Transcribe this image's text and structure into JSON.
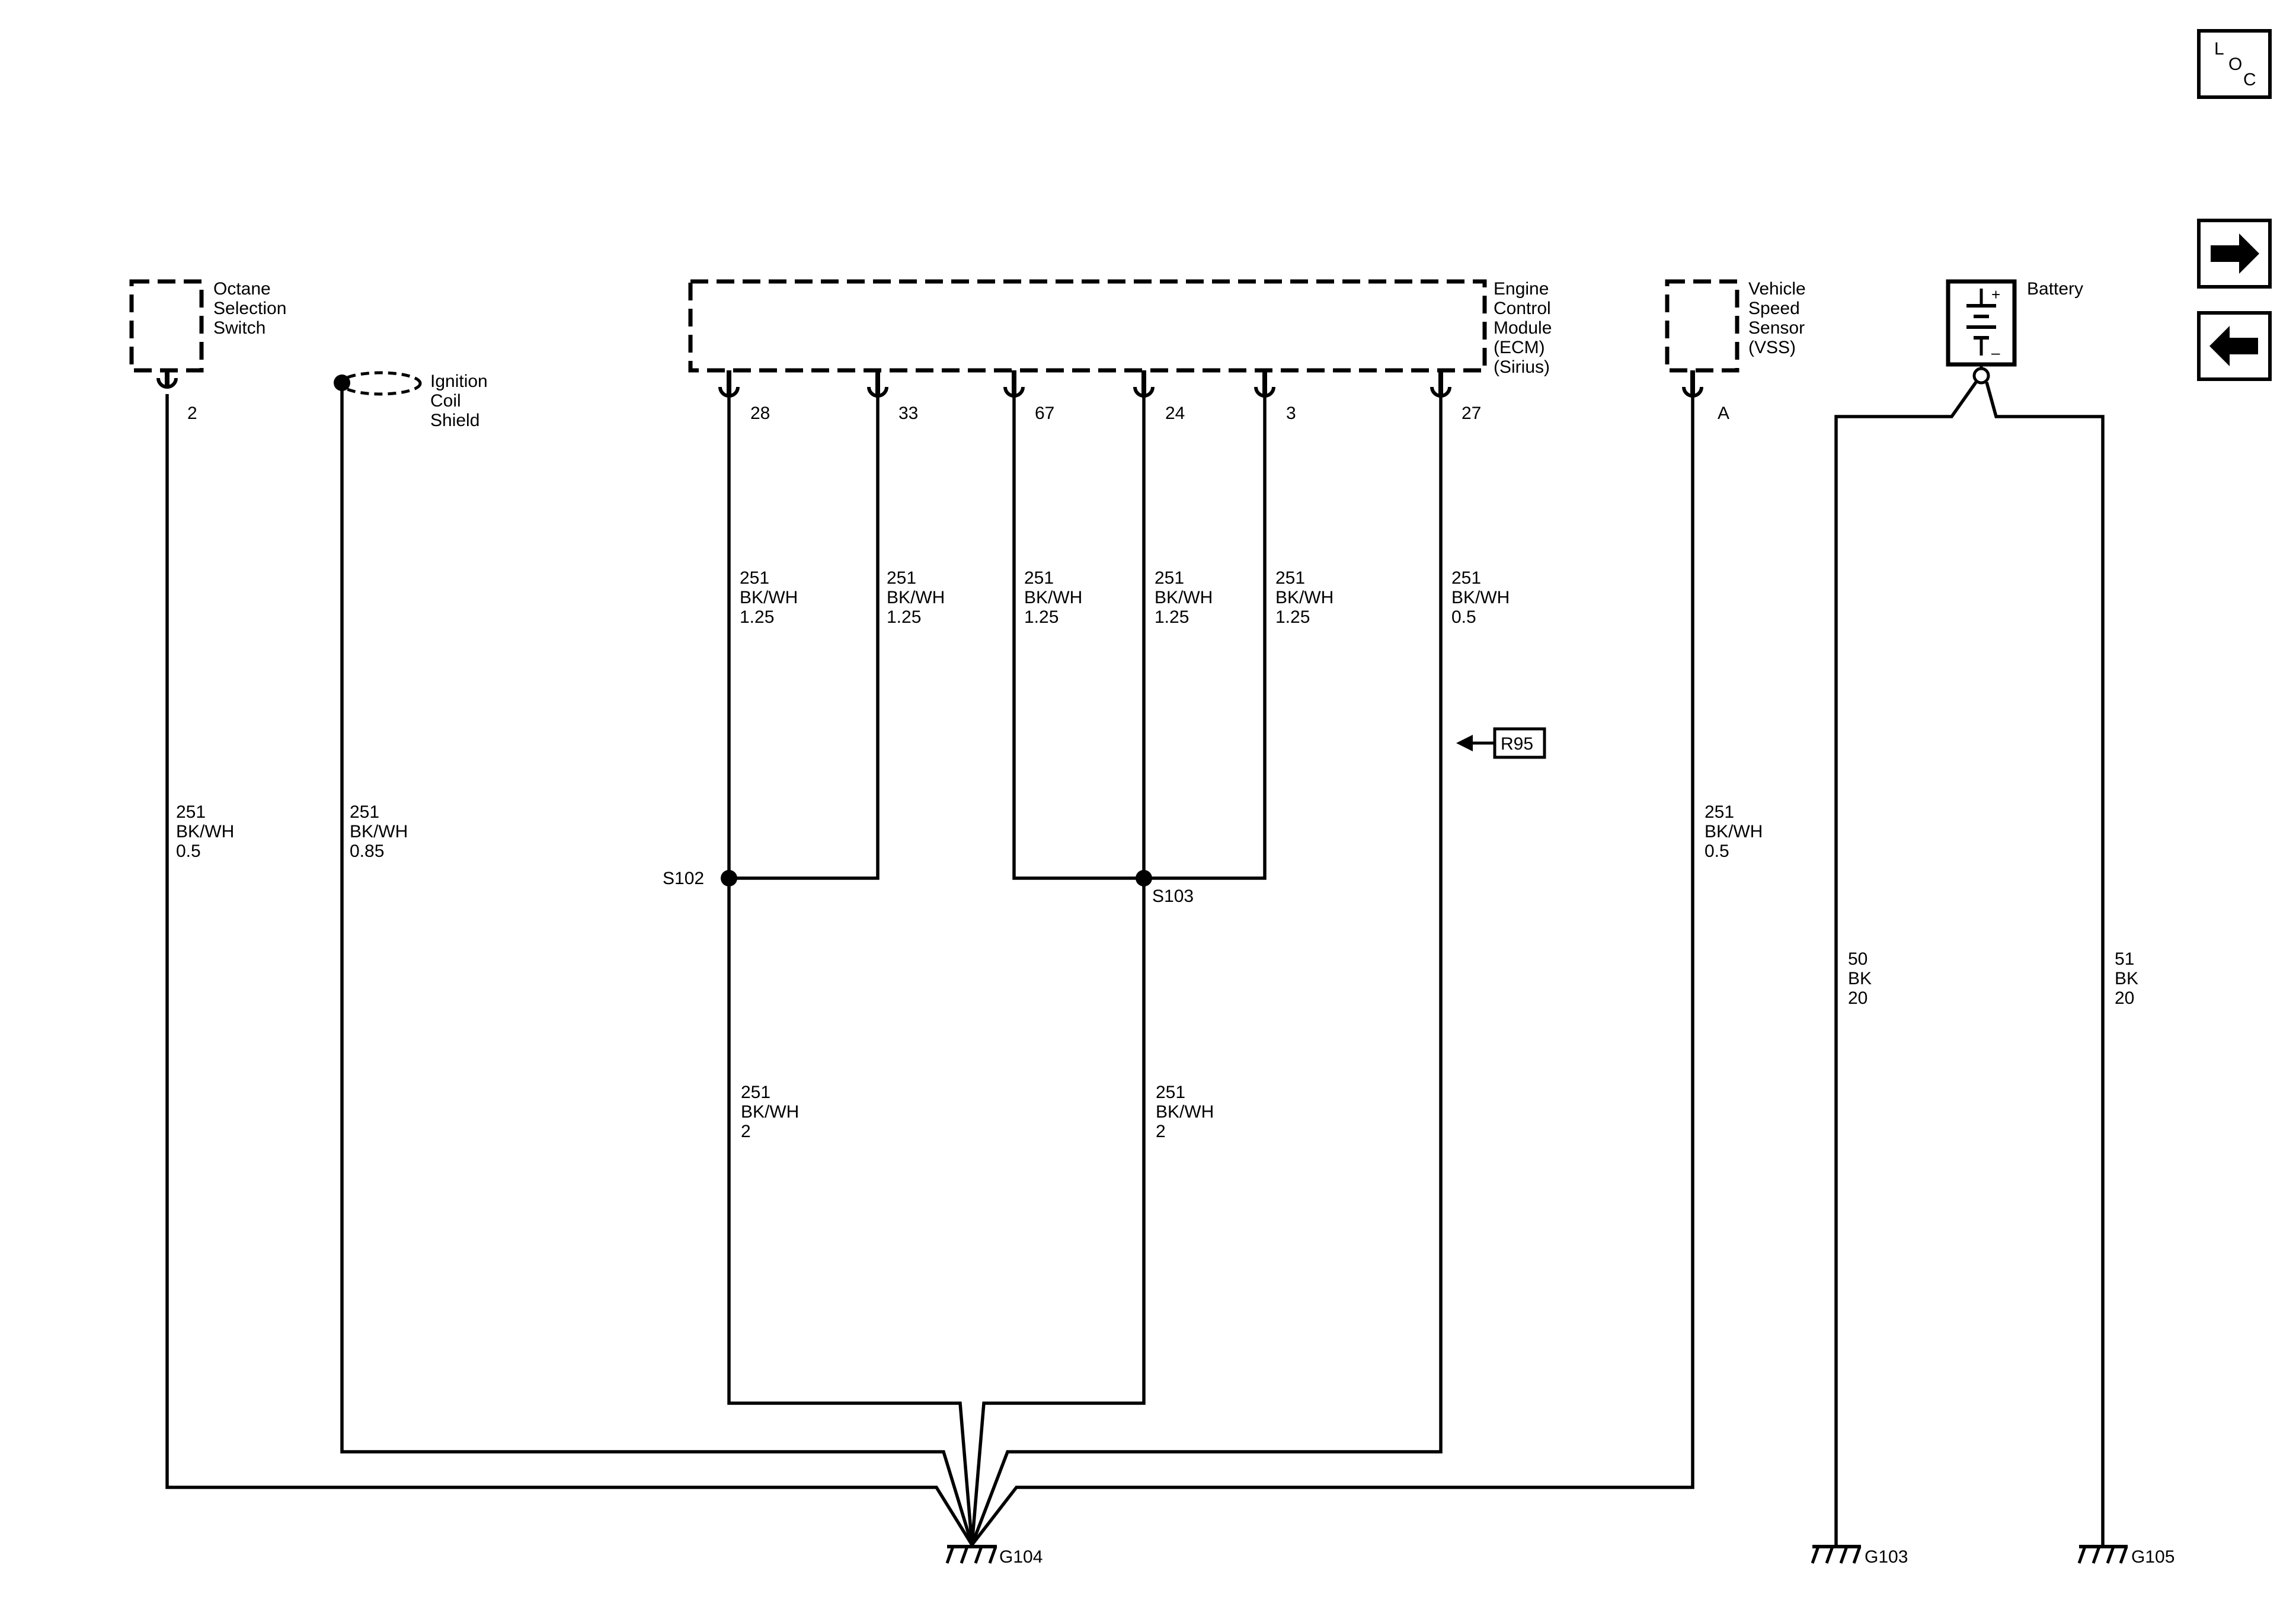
{
  "components": {
    "octane": [
      "Octane",
      "Selection",
      "Switch"
    ],
    "ign_shield": [
      "Ignition",
      "Coil",
      "Shield"
    ],
    "ecm": [
      "Engine",
      "Control",
      "Module",
      "(ECM)",
      "(Sirius)"
    ],
    "vss": [
      "Vehicle",
      "Speed",
      "Sensor",
      "(VSS)"
    ],
    "battery": "Battery"
  },
  "pins": {
    "octane": "2",
    "ecm28": "28",
    "ecm33": "33",
    "ecm67": "67",
    "ecm24": "24",
    "ecm3": "3",
    "ecm27": "27",
    "vss": "A"
  },
  "wires": {
    "octane": [
      "251",
      "BK/WH",
      "0.5"
    ],
    "ign": [
      "251",
      "BK/WH",
      "0.85"
    ],
    "p28": [
      "251",
      "BK/WH",
      "1.25"
    ],
    "p33": [
      "251",
      "BK/WH",
      "1.25"
    ],
    "p67": [
      "251",
      "BK/WH",
      "1.25"
    ],
    "p24": [
      "251",
      "BK/WH",
      "1.25"
    ],
    "p3": [
      "251",
      "BK/WH",
      "1.25"
    ],
    "p27": [
      "251",
      "BK/WH",
      "0.5"
    ],
    "s102": [
      "251",
      "BK/WH",
      "2"
    ],
    "s103": [
      "251",
      "BK/WH",
      "2"
    ],
    "vss": [
      "251",
      "BK/WH",
      "0.5"
    ],
    "bat_left": [
      "50",
      "BK",
      "20"
    ],
    "bat_right": [
      "51",
      "BK",
      "20"
    ]
  },
  "splices": {
    "s102": "S102",
    "s103": "S103"
  },
  "grounds": {
    "g104": "G104",
    "g103": "G103",
    "g105": "G105"
  },
  "reference": "R95",
  "nav": {
    "loc": [
      "L",
      "O",
      "C"
    ],
    "next_icon": "arrow-right-icon",
    "prev_icon": "arrow-left-icon"
  },
  "battery_symbol": {
    "plus": "+",
    "minus": "–"
  }
}
